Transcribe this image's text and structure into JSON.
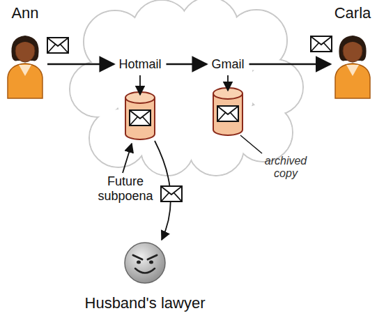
{
  "diagram": {
    "nodes": [
      {
        "text": [
          "Ann"
        ]
      },
      {
        "text": [
          "Hotmail"
        ]
      },
      {
        "text": [
          "Gmail"
        ]
      },
      {
        "text": [
          "Carla"
        ]
      },
      {
        "text": [
          "Husband's lawyer"
        ]
      }
    ],
    "edges": [
      {
        "from": 0,
        "to": 1,
        "arrow": "to"
      },
      {
        "from": 1,
        "to": 2,
        "arrow": "to"
      },
      {
        "from": 2,
        "to": 3,
        "arrow": "to"
      }
    ],
    "labels": [
      "Future subpoena",
      "archived copy"
    ]
  }
}
